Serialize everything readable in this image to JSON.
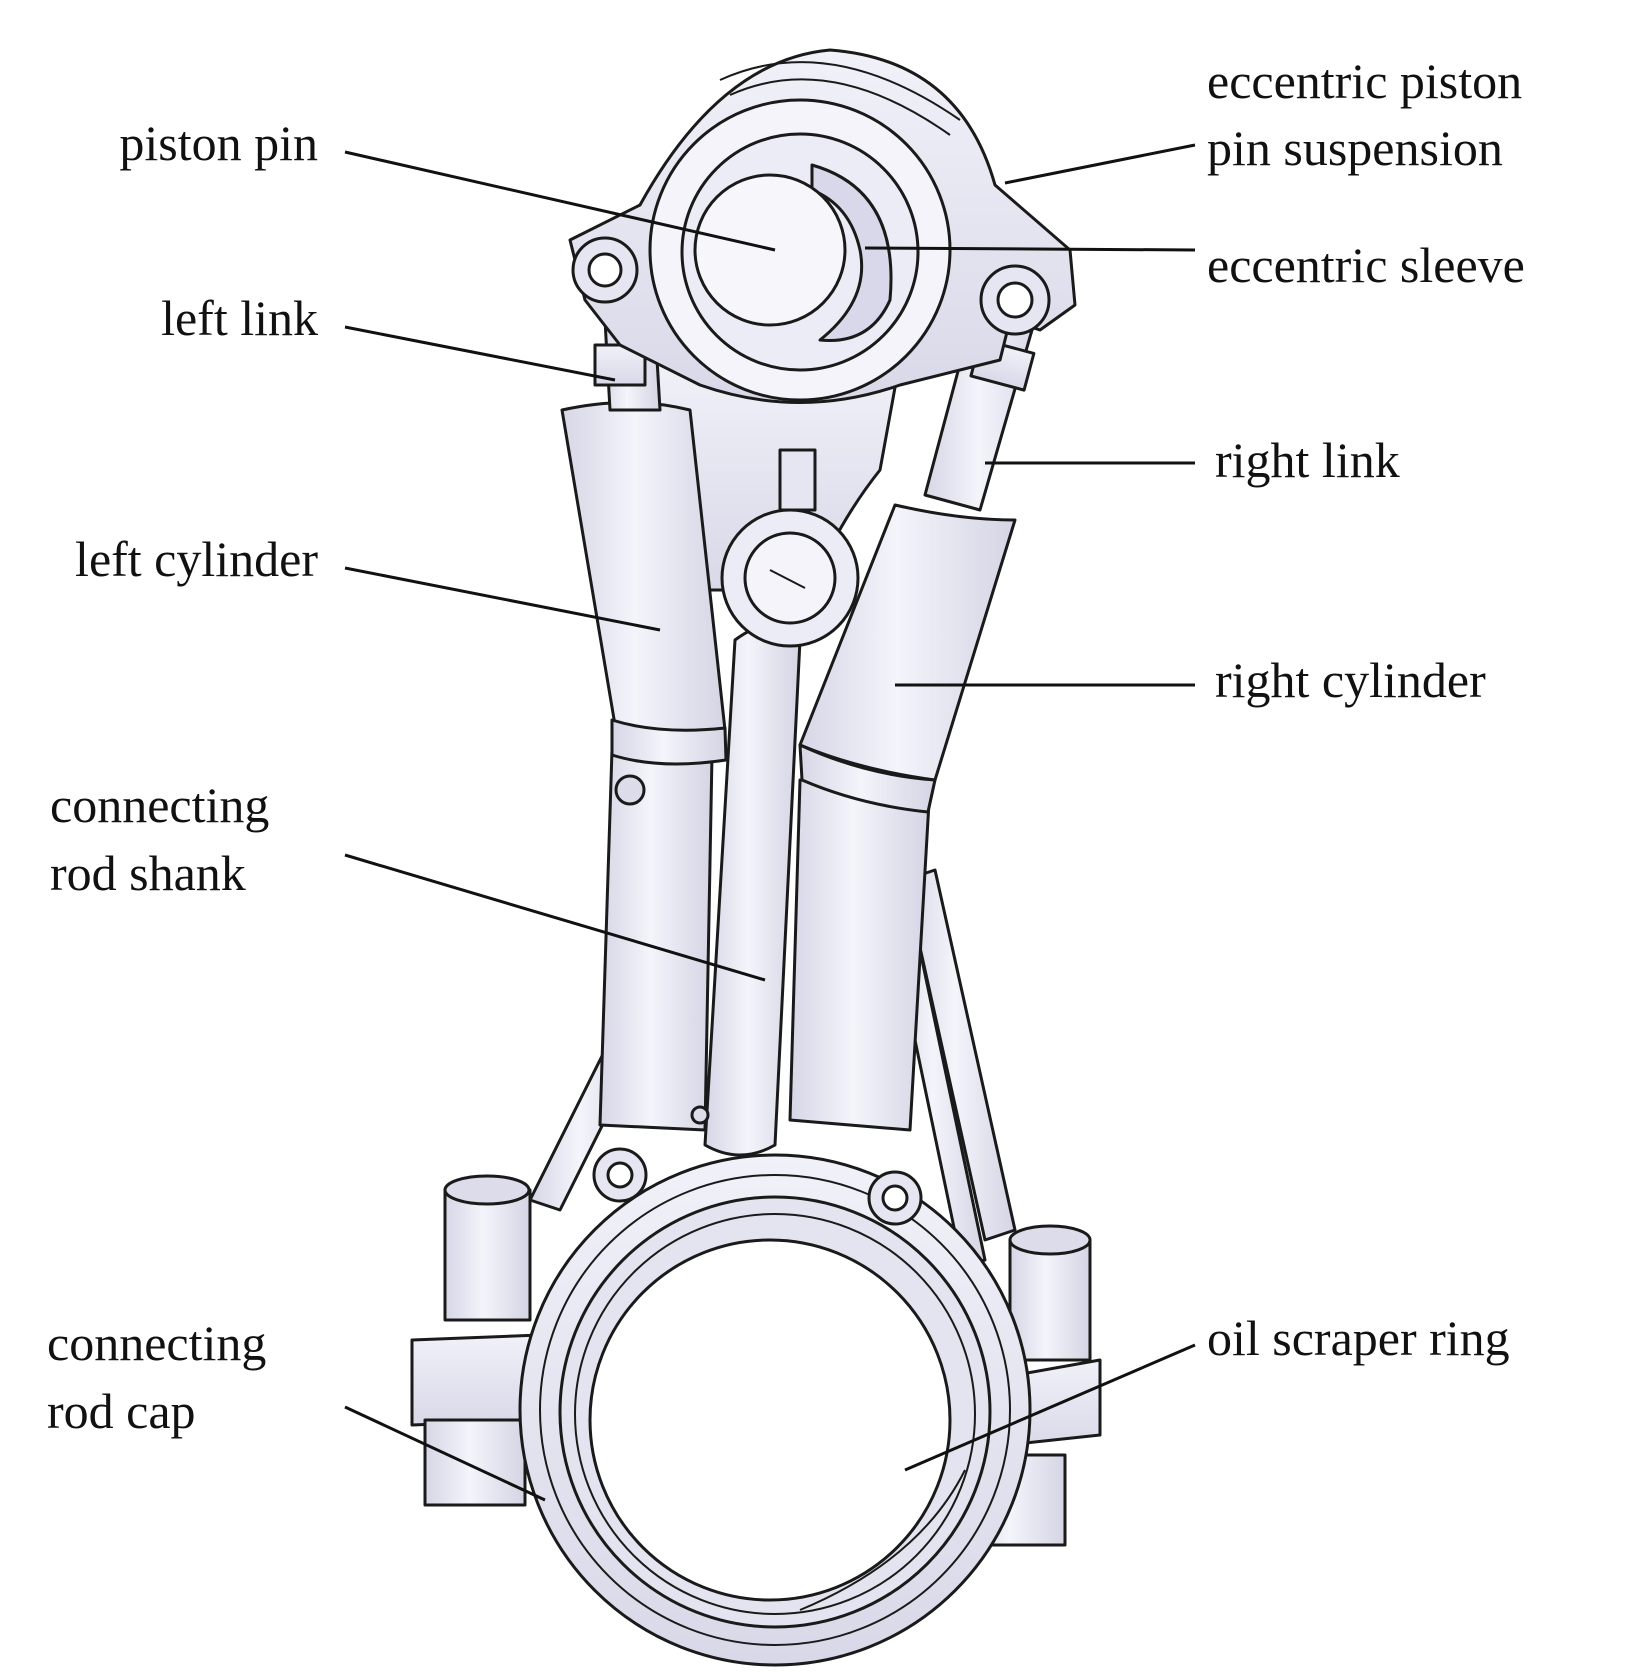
{
  "diagram": {
    "labels": {
      "piston_pin": "piston pin",
      "eccentric_suspension_line1": "eccentric piston",
      "eccentric_suspension_line2": "pin suspension",
      "eccentric_sleeve": "eccentric sleeve",
      "left_link": "left link",
      "right_link": "right link",
      "left_cylinder": "left cylinder",
      "right_cylinder": "right cylinder",
      "rod_shank_line1": "connecting",
      "rod_shank_line2": "rod shank",
      "rod_cap_line1": "connecting",
      "rod_cap_line2": "rod cap",
      "oil_scraper_ring": "oil scraper ring"
    },
    "colors": {
      "part_fill": "#ebebf5",
      "part_shade": "#d2d2e2",
      "outline": "#1a1a1a",
      "background": "#ffffff"
    }
  }
}
